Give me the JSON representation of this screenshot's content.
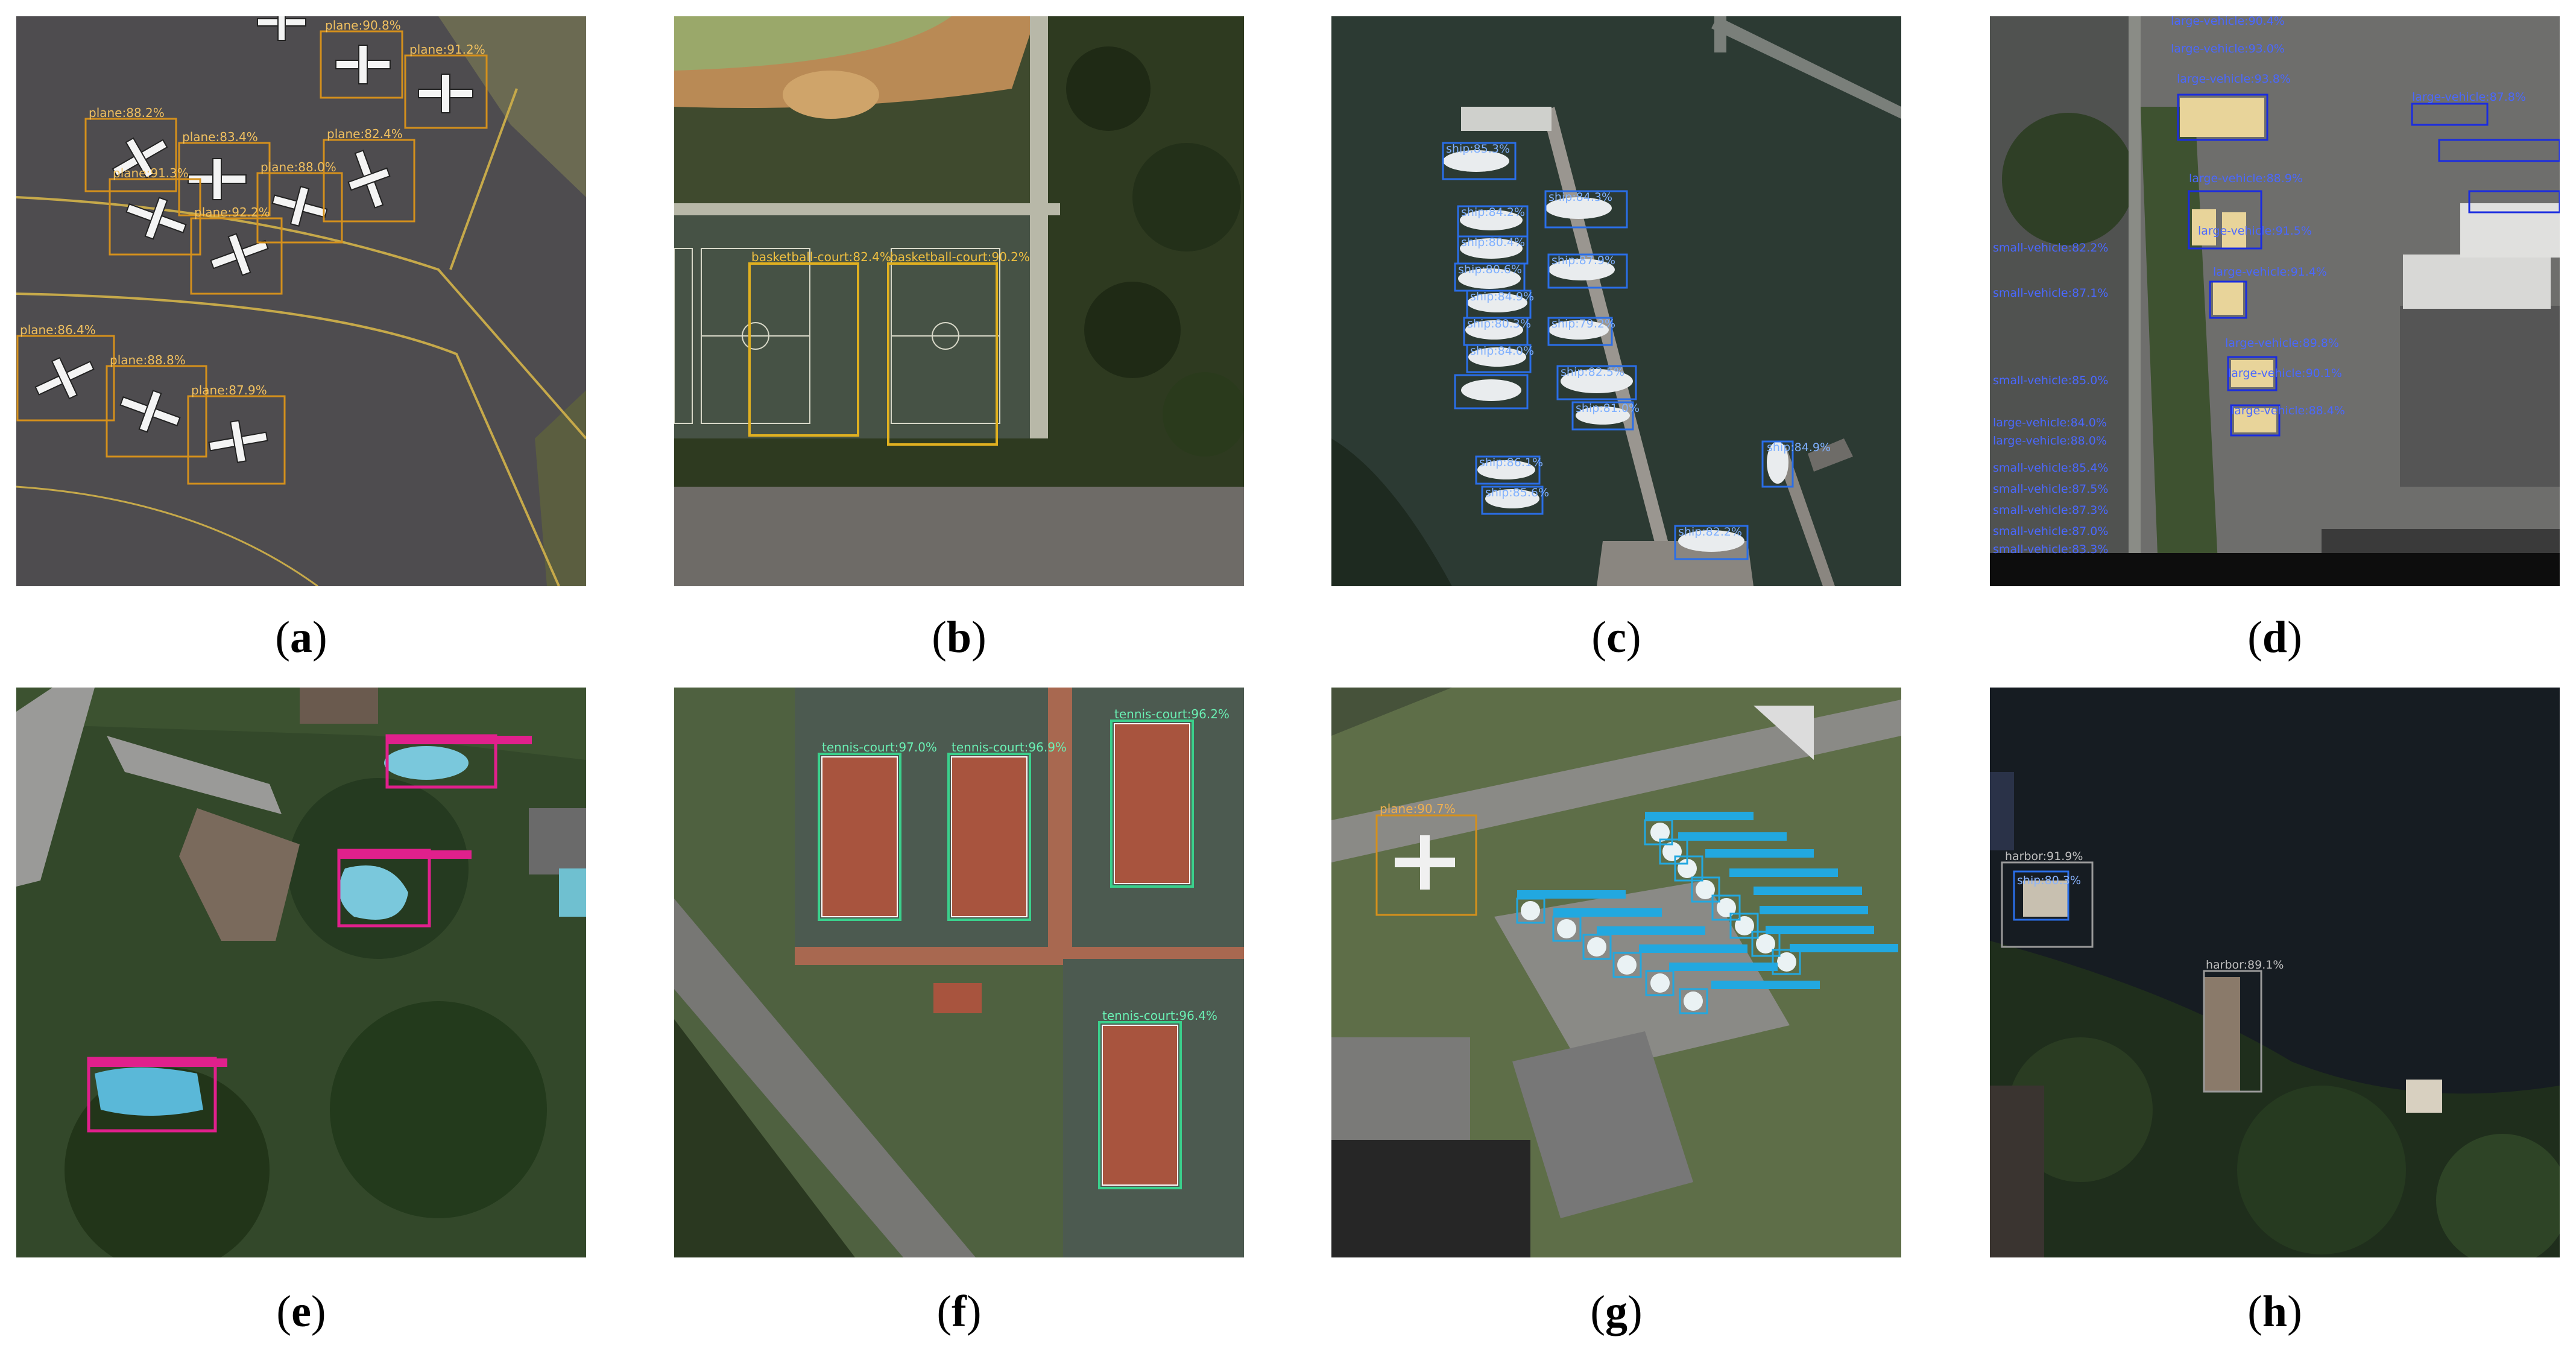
{
  "panels": {
    "a": {
      "caption": "a",
      "class": "plane",
      "box_color": "#d4901c",
      "labels": [
        "plane:90.8%",
        "plane:91.2%",
        "plane:88.2%",
        "plane:83.4%",
        "plane:82.4%",
        "plane:88.0%",
        "plane:91.3%",
        "plane:92.2%",
        "plane:86.4%",
        "plane:88.8%",
        "plane:87.9%"
      ]
    },
    "b": {
      "caption": "b",
      "class": "basketball-court",
      "box_color": "#e0b020",
      "labels": [
        "basketball-court:82.4%",
        "basketball-court:90.2%"
      ]
    },
    "c": {
      "caption": "c",
      "class": "ship",
      "box_color": "#2a6ee8",
      "labels": [
        "ship:85.3%",
        "ship:84.3%",
        "ship:84.2%",
        "ship:80.4%",
        "ship:87.9%",
        "ship:80.6%",
        "ship:84.9%",
        "ship:80.3%",
        "ship:79.2%",
        "ship:84.0%",
        "ship:82.5%",
        "ship:81.0%",
        "ship:84.9%",
        "ship:86.1%",
        "ship:85.6%",
        "ship:82.2%"
      ]
    },
    "d": {
      "caption": "d",
      "class": "vehicle",
      "box_color": "#1a2ce0",
      "labels": [
        "large-vehicle:90.4%",
        "large-vehicle:93.0%",
        "large-vehicle:93.8%",
        "large-vehicle:87.8%",
        "large-vehicle:88.9%",
        "large-vehicle:91.5%",
        "large-vehicle:91.4%",
        "small-vehicle:82.2%",
        "small-vehicle:87.1%",
        "large-vehicle:89.8%",
        "large-vehicle:90.1%",
        "small-vehicle:85.0%",
        "large-vehicle:88.4%",
        "large-vehicle:84.0%",
        "large-vehicle:88.0%",
        "small-vehicle:85.4%",
        "small-vehicle:87.5%",
        "small-vehicle:87.3%",
        "small-vehicle:87.0%",
        "small-vehicle:83.3%"
      ]
    },
    "e": {
      "caption": "e",
      "class": "swimming-pool",
      "box_color": "#e0208c",
      "labels": []
    },
    "f": {
      "caption": "f",
      "class": "tennis-court",
      "box_color": "#3ad08c",
      "labels": [
        "tennis-court:97.0%",
        "tennis-court:96.9%",
        "tennis-court:96.2%",
        "tennis-court:96.4%"
      ]
    },
    "g": {
      "caption": "g",
      "class": "storage-tank",
      "box_color": "#22a8e0",
      "labels": [
        "plane:90.7%"
      ]
    },
    "h": {
      "caption": "h",
      "class": "harbor",
      "box_color": "#9a9a9a",
      "labels": [
        "harbor:91.9%",
        "ship:80.3%",
        "harbor:89.1%"
      ]
    }
  }
}
